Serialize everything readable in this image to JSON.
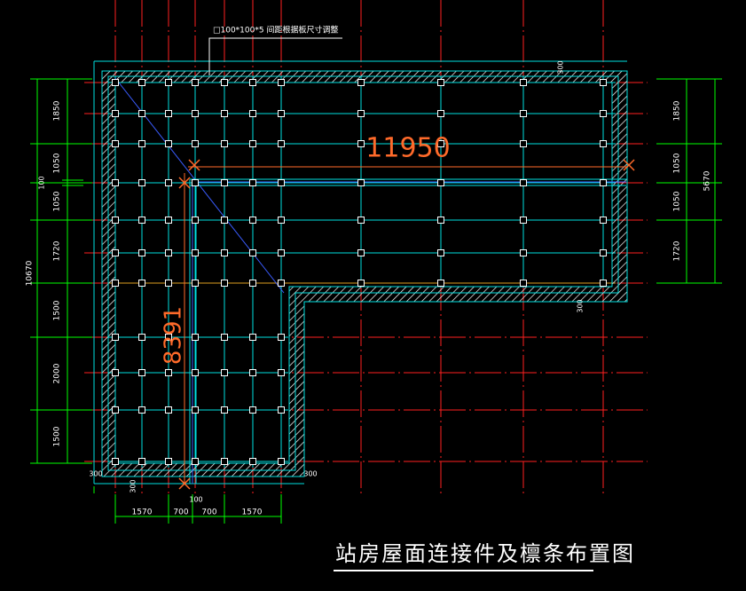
{
  "drawing": {
    "title": "站房屋面连接件及檩条布置图",
    "note": "□100*100*5 间距根据板尺寸调整",
    "big_dims": {
      "horizontal": "11950",
      "vertical": "8391"
    },
    "small_labels": {
      "offset_top": "300",
      "offset_mid": "300",
      "offset_bottom_left": "300",
      "offset_bottom_left2": "300",
      "offset_bottom_right": "300",
      "gap_100_left": "100",
      "gap_100_bottom": "100"
    },
    "left_dims": {
      "total": "10670",
      "segments": [
        "1850",
        "1050",
        "1050",
        "1720",
        "1500",
        "2000",
        "1500"
      ]
    },
    "right_dims": {
      "total": "5670",
      "segments": [
        "1850",
        "1050",
        "1050",
        "1720"
      ]
    },
    "bottom_dims": [
      "1570",
      "700",
      "700",
      "1570"
    ]
  }
}
